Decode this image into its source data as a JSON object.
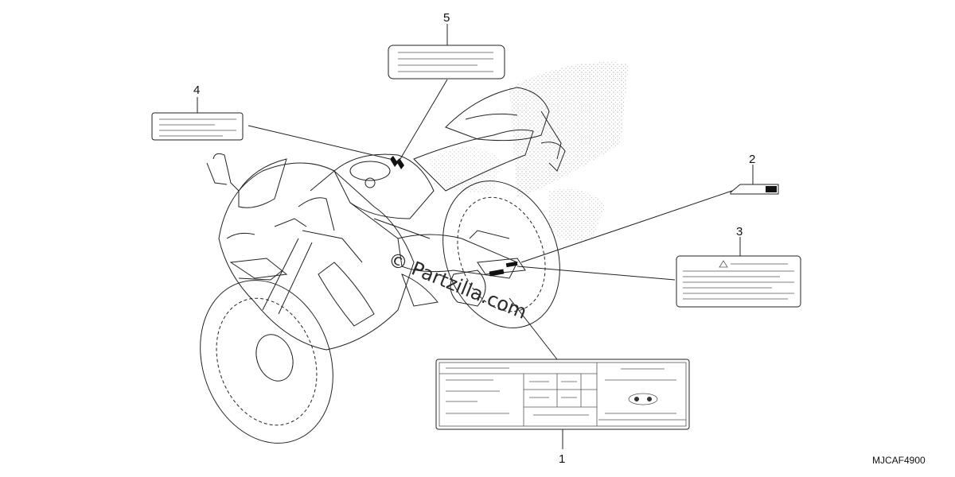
{
  "callouts": {
    "c1": "1",
    "c2": "2",
    "c3": "3",
    "c4": "4",
    "c5": "5"
  },
  "watermark": "© Partzilla.com",
  "diagram_code": "MJCAF4900"
}
